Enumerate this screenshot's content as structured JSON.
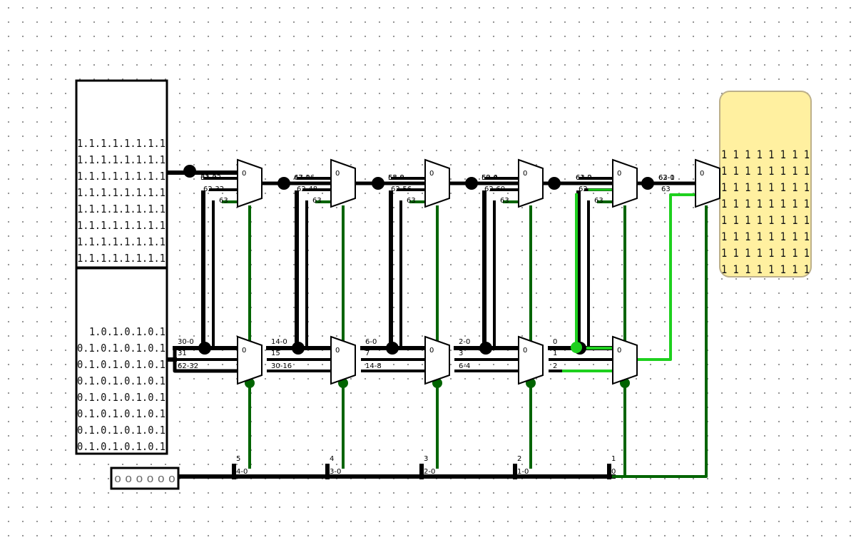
{
  "colors": {
    "bus": "#000000",
    "wire_dark_green": "#006400",
    "wire_bright_green": "#1ed01e",
    "output_fill": "#fff0a0",
    "output_border": "#bdb08a",
    "pin_fill": "#ffffff"
  },
  "input_a": {
    "rows": [
      "1.1.1.1.1.1.1.1",
      "1.1.1.1.1.1.1.1",
      "1.1.1.1.1.1.1.1",
      "1.1.1.1.1.1.1.1",
      "1.1.1.1.1.1.1.1",
      "1.1.1.1.1.1.1.1",
      "1.1.1.1.1.1.1.1",
      "1.1.1.1.1.1.1.1"
    ]
  },
  "input_b": {
    "rows": [
      "1.0.1.0.1.0.1",
      "0.1.0.1.0.1.0.1",
      "0.1.0.1.0.1.0.1",
      "0.1.0.1.0.1.0.1",
      "0.1.0.1.0.1.0.1",
      "0.1.0.1.0.1.0.1",
      "0.1.0.1.0.1.0.1",
      "0.1.0.1.0.1.0.1"
    ]
  },
  "shift_input": {
    "value": "0 0 0 0 0 0"
  },
  "output": {
    "rows": [
      "1 1 1 1 1 1 1 1",
      "1 1 1 1 1 1 1 1",
      "1 1 1 1 1 1 1 1",
      "1 1 1 1 1 1 1 1",
      "1 1 1 1 1 1 1 1",
      "1 1 1 1 1 1 1 1",
      "1 1 1 1 1 1 1 1",
      "1 1 1 1 1 1 1 1"
    ]
  },
  "mux_select_label": "0",
  "stages": [
    {
      "top": {
        "l1": "63-32",
        "l1b": "31-0",
        "l2": "62-32",
        "l3": "63"
      },
      "bot": {
        "l1": "30-0",
        "l2": "31",
        "l3": "62-32"
      },
      "splitter": {
        "bit": "5",
        "range": "4-0"
      }
    },
    {
      "top": {
        "l1": "63-16",
        "l1b": "47-0",
        "l2": "62-48",
        "l3": "63"
      },
      "bot": {
        "l1": "14-0",
        "l2": "15",
        "l3": "30-16"
      },
      "splitter": {
        "bit": "4",
        "range": "3-0"
      }
    },
    {
      "top": {
        "l1": "63-8",
        "l1b": "55-0",
        "l2": "62-56",
        "l3": "63"
      },
      "bot": {
        "l1": "6-0",
        "l2": "7",
        "l3": "14-8"
      },
      "splitter": {
        "bit": "3",
        "range": "2-0"
      }
    },
    {
      "top": {
        "l1": "63-4",
        "l1b": "59-0",
        "l2": "62-60",
        "l3": "63"
      },
      "bot": {
        "l1": "2-0",
        "l2": "3",
        "l3": "6-4"
      },
      "splitter": {
        "bit": "2",
        "range": "1-0"
      }
    },
    {
      "top": {
        "l1": "63-2",
        "l1b": "61-0",
        "l2": "62",
        "l3": "63"
      },
      "bot": {
        "l1": "0",
        "l2": "1",
        "l3": "2"
      },
      "splitter": {
        "bit": "1",
        "range": "0"
      }
    },
    {
      "top": {
        "l1": "63-1",
        "l1b": "62-0",
        "l2": "63",
        "l3": ""
      },
      "bot": null,
      "splitter": null
    }
  ]
}
